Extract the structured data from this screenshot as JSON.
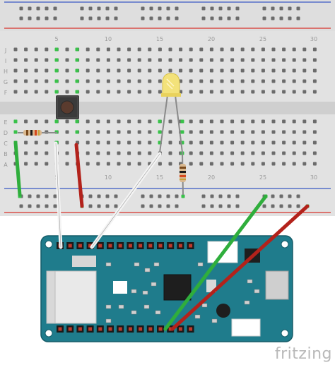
{
  "diagram": {
    "watermark": "fritzing",
    "column_labels": [
      "5",
      "10",
      "15",
      "20",
      "25",
      "30"
    ],
    "row_labels_top": [
      "J",
      "I",
      "H",
      "G",
      "F"
    ],
    "row_labels_bottom": [
      "E",
      "D",
      "C",
      "B",
      "A"
    ],
    "components": {
      "breadboard": "breadboard",
      "pushbutton": "pushbutton",
      "resistor_1": "resistor",
      "resistor_2": "resistor",
      "led": "yellow LED",
      "board": "MKR board"
    },
    "wire_colors": {
      "green": "#2fae3c",
      "white": "#f4f4f4",
      "red": "#b3221b",
      "rail_red": "#d8322c",
      "rail_blue": "#3a58c4",
      "board_teal": "#1f7c8c",
      "led_yellow": "#f3e27a"
    }
  }
}
